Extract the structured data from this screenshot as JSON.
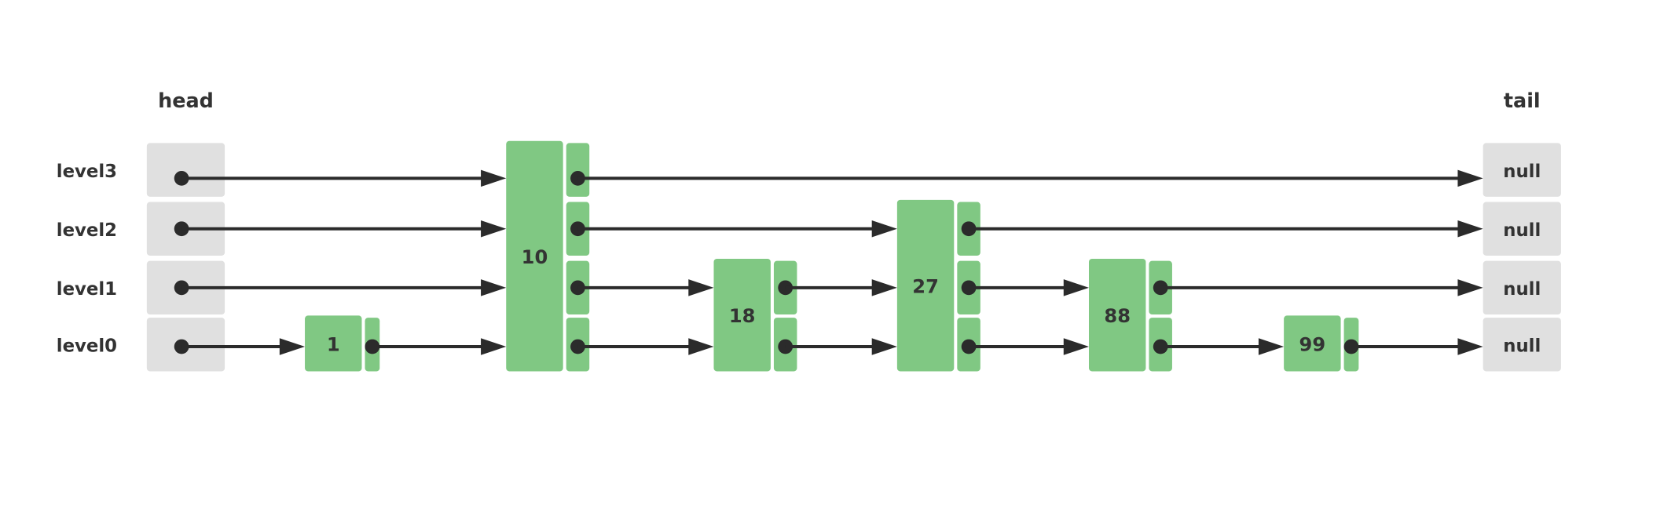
{
  "header": {
    "head_label": "head",
    "tail_label": "tail"
  },
  "levels": [
    "level0",
    "level1",
    "level2",
    "level3"
  ],
  "tail": {
    "null_label": "null"
  },
  "nodes": [
    {
      "value": "1",
      "level": 0
    },
    {
      "value": "10",
      "level": 3
    },
    {
      "value": "18",
      "level": 1
    },
    {
      "value": "27",
      "level": 2
    },
    {
      "value": "88",
      "level": 1
    },
    {
      "value": "99",
      "level": 0
    }
  ],
  "colors": {
    "node": "#80c883",
    "sentinel": "#e0e0e0",
    "arrow": "#2b2b2b",
    "text": "#333333"
  }
}
